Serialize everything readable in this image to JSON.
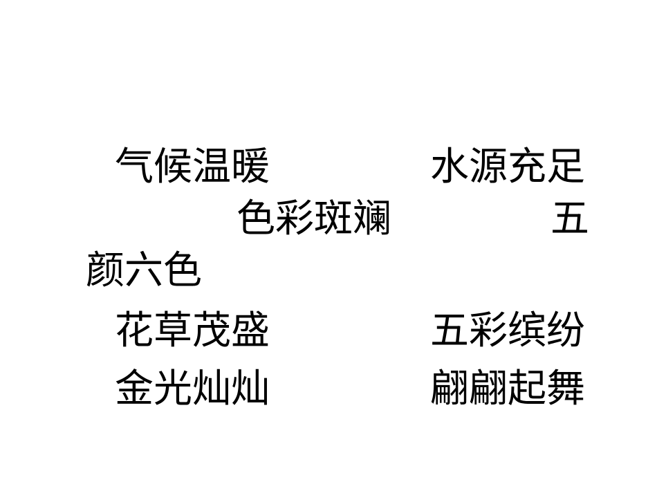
{
  "rows": [
    {
      "left": "气候温暖",
      "right": "水源充足"
    },
    {
      "left": "色彩斑斓",
      "right": "五"
    },
    {
      "left": "颜六色",
      "right": ""
    },
    {
      "left": "花草茂盛",
      "right": "五彩缤纷"
    },
    {
      "left": "金光灿灿",
      "right": "翩翩起舞"
    }
  ]
}
